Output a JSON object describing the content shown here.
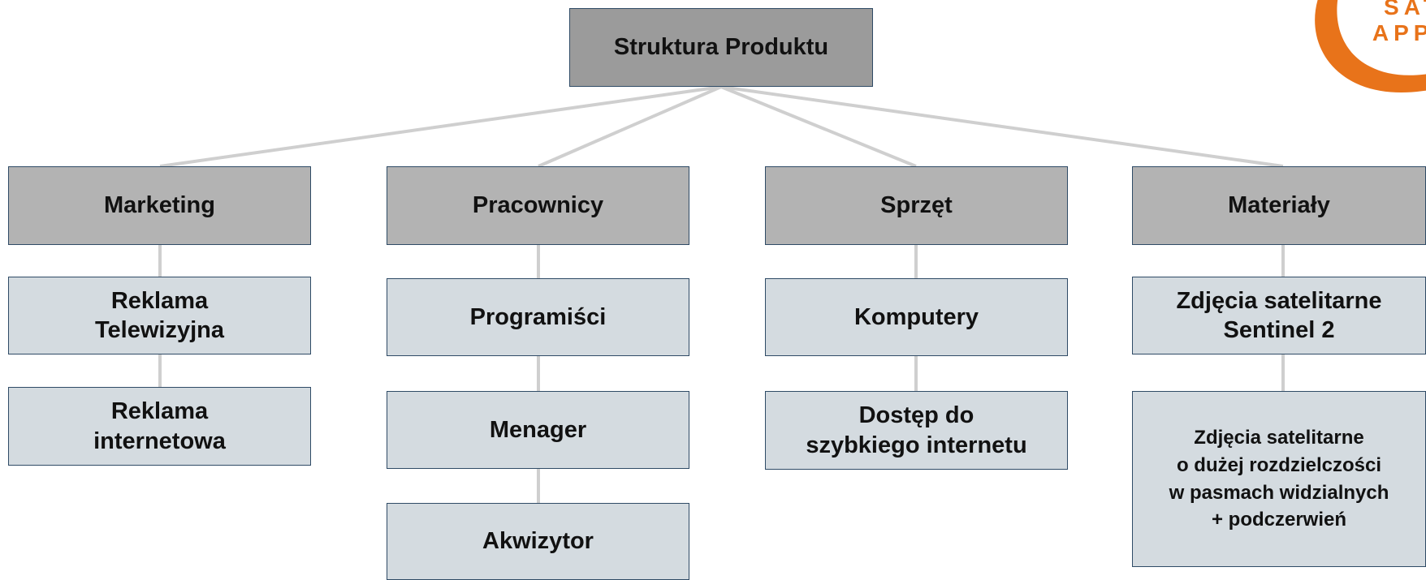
{
  "diagram": {
    "root": "Struktura Produktu",
    "categories": [
      {
        "label": "Marketing",
        "items": [
          "Reklama\nTelewizyjna",
          "Reklama\ninternetowa"
        ]
      },
      {
        "label": "Pracownicy",
        "items": [
          "Programiści",
          "Menager",
          "Akwizytor"
        ]
      },
      {
        "label": "Sprzęt",
        "items": [
          "Komputery",
          "Dostęp do\nszybkiego internetu"
        ]
      },
      {
        "label": "Materiały",
        "items": [
          "Zdjęcia satelitarne\nSentinel 2",
          "Zdjęcia satelitarne\no dużej rozdzielczości\nw pasmach widzialnych\n+ podczerwień"
        ]
      }
    ]
  },
  "logo": {
    "line1": "SAT",
    "line2": "APPS",
    "color": "#e8731a"
  },
  "colors": {
    "root_fill": "#9b9b9b",
    "category_fill": "#b3b3b3",
    "item_fill": "#d4dbe0",
    "border": "#2f4b66",
    "connector": "#cfcfcf"
  }
}
